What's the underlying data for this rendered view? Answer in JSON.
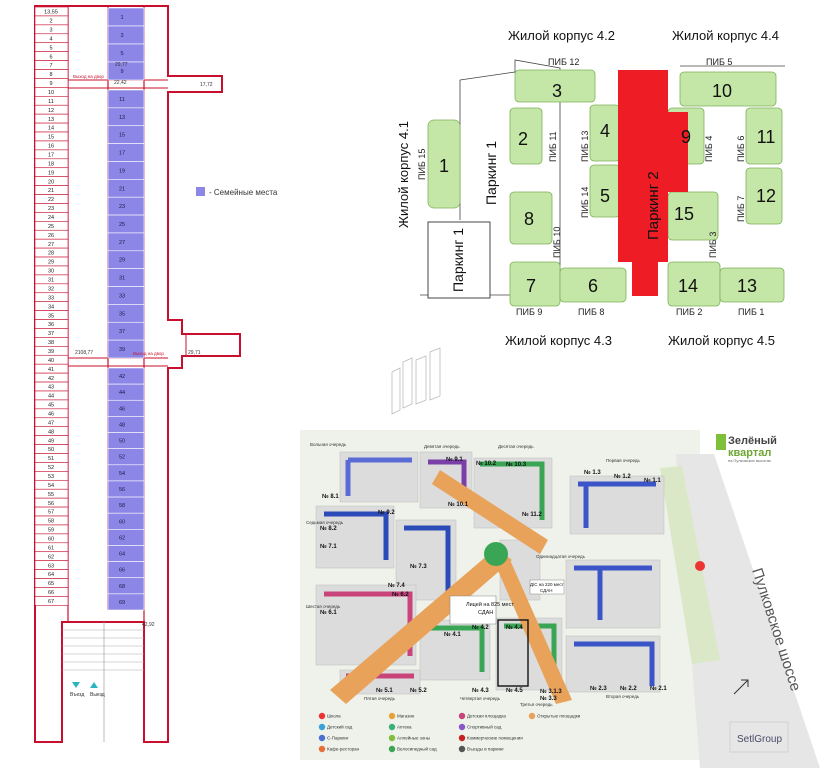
{
  "parking_plan": {
    "left_numbers": [
      "13,55",
      "2",
      "3",
      "4",
      "5",
      "6",
      "7",
      "8",
      "9",
      "10",
      "11",
      "12",
      "13",
      "14",
      "15",
      "16",
      "17",
      "18",
      "19",
      "20",
      "21",
      "22",
      "23",
      "24",
      "25",
      "26",
      "27",
      "28",
      "29",
      "30",
      "31",
      "32",
      "33",
      "34",
      "35",
      "36",
      "37",
      "38",
      "39",
      "40",
      "41",
      "42",
      "43",
      "44",
      "45",
      "46",
      "47",
      "48",
      "49",
      "50",
      "51",
      "52",
      "53",
      "54",
      "55",
      "56",
      "57",
      "58",
      "59",
      "60",
      "61",
      "62",
      "63",
      "64",
      "65",
      "66",
      "67"
    ],
    "right_numbers": [
      "1",
      "3",
      "5",
      "9",
      "11",
      "13",
      "15",
      "17",
      "19",
      "21",
      "23",
      "25",
      "27",
      "29",
      "31",
      "33",
      "35",
      "37",
      "39",
      "42",
      "44",
      "46",
      "48",
      "50",
      "52",
      "54",
      "56",
      "58",
      "60",
      "62",
      "64",
      "66",
      "68",
      "69"
    ],
    "family_spots_on_right": true,
    "exit_label_1": "Выход на двор",
    "exit_label_2": "Выход на двор",
    "area_top": "29,77",
    "area_top_side": "22,42",
    "area_top_small": "17,72",
    "area_mid": "2108,77",
    "area_mid_side": "29,71",
    "area_bottom": "42,92",
    "entrance_label": "Въезд",
    "exit_label": "Выезд",
    "legend_label": "- Семейные места",
    "family_color": "#8c86e6"
  },
  "site_plan": {
    "building_labels": {
      "k42": "Жилой корпус 4.2",
      "k44": "Жилой корпус 4.4",
      "k41": "Жилой корпус 4.1",
      "k43": "Жилой корпус 4.3",
      "k45": "Жилой корпус 4.5"
    },
    "parking1_vertical": "Паркинг 1",
    "parking1_box": "Паркинг 1",
    "parking2": "Паркинг 2",
    "section_numbers": [
      "1",
      "2",
      "3",
      "4",
      "5",
      "6",
      "7",
      "8",
      "9",
      "10",
      "11",
      "12",
      "13",
      "14",
      "15"
    ],
    "piб_labels": [
      "ПИБ 12",
      "ПИБ 11",
      "ПИБ 13",
      "ПИБ 14",
      "ПИБ 15",
      "ПИБ 10",
      "ПИБ 9",
      "ПИБ 8",
      "ПИБ 5",
      "ПИБ 4",
      "ПИБ 6",
      "ПИБ 7",
      "ПИБ 3",
      "ПИБ 2",
      "ПИБ 1"
    ],
    "green_color": "#c4e6a6",
    "red_color": "#ee1c25"
  },
  "master_plan": {
    "logo_line1": "Зелёный",
    "logo_line2": "квартал",
    "logo_sub": "на Пулковских высотах",
    "road": "Пулковское шоссе",
    "brand": "SetlGroup",
    "school_label": "Лицей на 825 мест",
    "school_sub": "СДАН",
    "kindergarten_label": "Д/С на 220 мест",
    "kindergarten_sub": "СДАН",
    "queues": [
      "Вольная очередь",
      "Девятая очередь",
      "Десятая очередь",
      "Первая очередь",
      "Седьмая очередь",
      "Шестая очередь",
      "Пятая очередь",
      "Четвертая очередь",
      "Третья очередь",
      "Вторая очередь",
      "Одиннадцатая очередь"
    ],
    "block_labels": [
      "№ 9.1",
      "№ 10.2",
      "№ 10.3",
      "№ 1.3",
      "№ 1.2",
      "№ 1.1",
      "№ 8.1",
      "№ 9.2",
      "№ 10.1",
      "№ 11.2",
      "№ 8.2",
      "№ 7.3",
      "№ 7.1",
      "№ 7.4",
      "№ 6.2",
      "№ 6.1",
      "№ 4.2",
      "№ 4.4",
      "№ 4.1",
      "№ 3.1.3",
      "№ 2.3",
      "№ 2.2",
      "№ 2.1",
      "№ 5.1",
      "№ 5.2",
      "№ 4.3",
      "№ 4.5",
      "№ 3.3"
    ],
    "legend_items": [
      "Школа",
      "Детский сад",
      "С-Паркинг",
      "Кафе-ресторан",
      "Магазин",
      "Аптека",
      "Аллейные зоны",
      "Велосипедный сад",
      "Детская площадка",
      "Спортивный сад",
      "Коммерческие помещения",
      "Въезды в паркинг",
      "Открытые площадки"
    ]
  }
}
